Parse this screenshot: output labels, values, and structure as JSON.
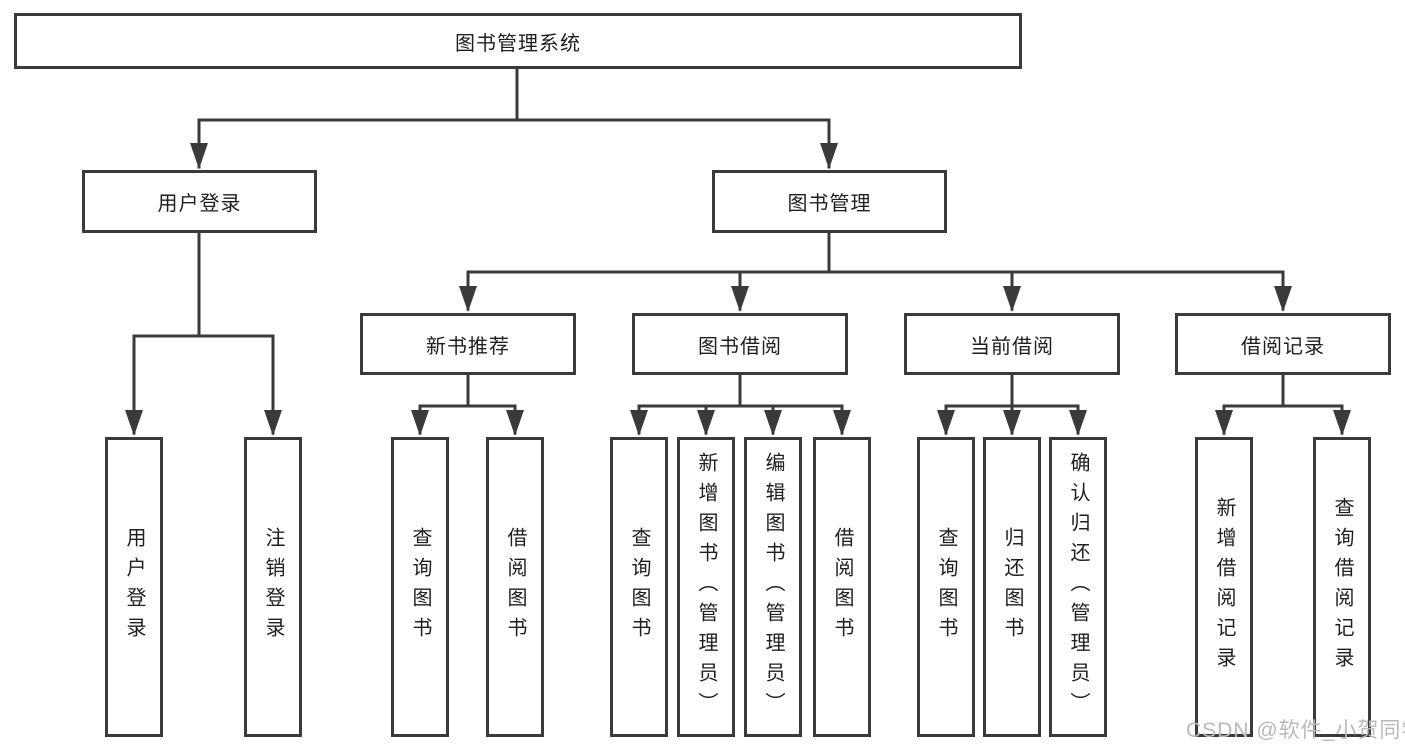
{
  "tree": {
    "root": "图书管理系统",
    "branches": [
      {
        "label": "用户登录",
        "children": [
          "用户登录",
          "注销登录"
        ]
      },
      {
        "label": "图书管理",
        "groups": [
          {
            "label": "新书推荐",
            "children": [
              "查询图书",
              "借阅图书"
            ]
          },
          {
            "label": "图书借阅",
            "children": [
              "查询图书",
              "新增图书（管理员）",
              "编辑图书（管理员）",
              "借阅图书"
            ]
          },
          {
            "label": "当前借阅",
            "children": [
              "查询图书",
              "归还图书",
              "确认归还（管理员）"
            ]
          },
          {
            "label": "借阅记录",
            "children": [
              "新增借阅记录",
              "查询借阅记录"
            ]
          }
        ]
      }
    ]
  },
  "watermark": "CSDN @软件_小贺同学",
  "colors": {
    "line": "#3a3a3a",
    "box_border": "#3a3a3a",
    "text": "#1f1f1f",
    "watermark": "#b9b9b9",
    "background": "#ffffff"
  }
}
